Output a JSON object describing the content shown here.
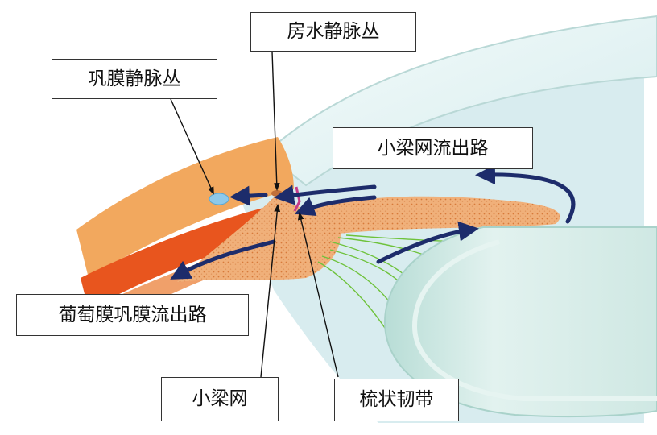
{
  "labels": {
    "aqueous_vein_plexus": "房水静脉丛",
    "scleral_vein_plexus": "巩膜静脉丛",
    "trabecular_outflow": "小梁网流出路",
    "uveoscleral_outflow": "葡萄膜巩膜流出路",
    "trabecular_meshwork": "小梁网",
    "zonule": "梳状韧带"
  },
  "colors": {
    "sclera": "#f2a85e",
    "sclera_band": "#e8551e",
    "cornea": "#eaf5f4",
    "chamber": "#d8ecef",
    "iris_tissue": "#f0b07a",
    "lens": "#c9e6e0",
    "fibers": "#6ec23b",
    "flow_arrow": "#1d2c6b",
    "canal": "#8ec9ea"
  }
}
